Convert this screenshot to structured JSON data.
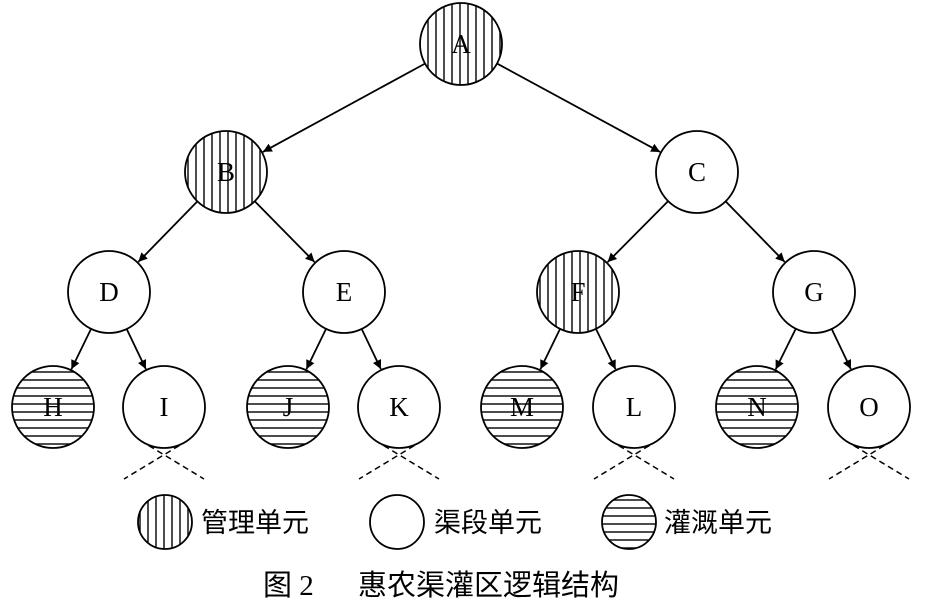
{
  "diagram": {
    "nodes": [
      {
        "id": "A",
        "label": "A",
        "type": "management"
      },
      {
        "id": "B",
        "label": "B",
        "type": "management"
      },
      {
        "id": "C",
        "label": "C",
        "type": "canal"
      },
      {
        "id": "D",
        "label": "D",
        "type": "canal"
      },
      {
        "id": "E",
        "label": "E",
        "type": "canal"
      },
      {
        "id": "F",
        "label": "F",
        "type": "management"
      },
      {
        "id": "G",
        "label": "G",
        "type": "canal"
      },
      {
        "id": "H",
        "label": "H",
        "type": "irrigation"
      },
      {
        "id": "I",
        "label": "I",
        "type": "canal"
      },
      {
        "id": "J",
        "label": "J",
        "type": "irrigation"
      },
      {
        "id": "K",
        "label": "K",
        "type": "canal"
      },
      {
        "id": "M",
        "label": "M",
        "type": "irrigation"
      },
      {
        "id": "L",
        "label": "L",
        "type": "canal"
      },
      {
        "id": "N",
        "label": "N",
        "type": "irrigation"
      },
      {
        "id": "O",
        "label": "O",
        "type": "canal"
      }
    ],
    "edges": [
      {
        "from": "A",
        "to": "B"
      },
      {
        "from": "A",
        "to": "C"
      },
      {
        "from": "B",
        "to": "D"
      },
      {
        "from": "B",
        "to": "E"
      },
      {
        "from": "C",
        "to": "F"
      },
      {
        "from": "C",
        "to": "G"
      },
      {
        "from": "D",
        "to": "H"
      },
      {
        "from": "D",
        "to": "I"
      },
      {
        "from": "E",
        "to": "J"
      },
      {
        "from": "E",
        "to": "K"
      },
      {
        "from": "F",
        "to": "M"
      },
      {
        "from": "F",
        "to": "L"
      },
      {
        "from": "G",
        "to": "N"
      },
      {
        "from": "G",
        "to": "O"
      }
    ],
    "continues_below": [
      "I",
      "K",
      "L",
      "O"
    ]
  },
  "legend": {
    "management": "管理单元",
    "canal": "渠段单元",
    "irrigation": "灌溉单元"
  },
  "caption": {
    "figure_no": "图 2",
    "title": "惠农渠灌区逻辑结构"
  }
}
